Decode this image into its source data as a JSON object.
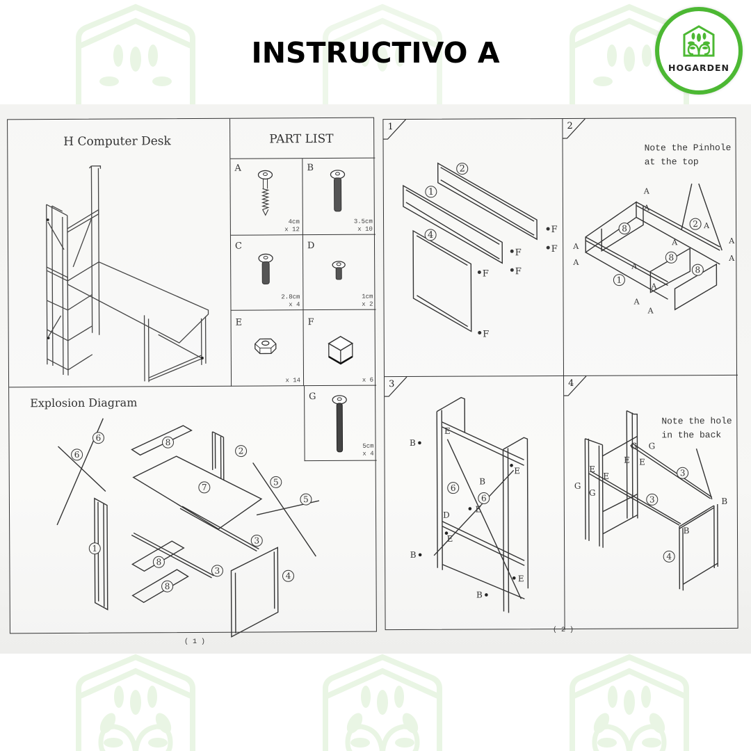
{
  "header": {
    "title": "INSTRUCTIVO A",
    "brand": {
      "name": "HOGARDEN",
      "accent_color": "#4cb833",
      "icon": "house-tree-icon"
    }
  },
  "page1": {
    "product_title": "H Computer Desk",
    "part_list": {
      "title": "PART LIST",
      "parts": [
        {
          "letter": "A",
          "size": "4cm",
          "qty": "x 12",
          "icon": "screw-threaded-icon"
        },
        {
          "letter": "B",
          "size": "3.5cm",
          "qty": "x 10",
          "icon": "bolt-icon"
        },
        {
          "letter": "C",
          "size": "2.8cm",
          "qty": "x 4",
          "icon": "bolt-icon"
        },
        {
          "letter": "D",
          "size": "1cm",
          "qty": "x 2",
          "icon": "short-bolt-icon"
        },
        {
          "letter": "E",
          "size": "",
          "qty": "x 14",
          "icon": "hex-nut-icon"
        },
        {
          "letter": "F",
          "size": "",
          "qty": "x 6",
          "icon": "foot-cap-icon"
        },
        {
          "letter": "G",
          "size": "5cm",
          "qty": "x 4",
          "icon": "long-bolt-icon"
        }
      ]
    },
    "explosion": {
      "title": "Explosion Diagram",
      "callouts": [
        "1",
        "2",
        "3",
        "3",
        "4",
        "5",
        "5",
        "6",
        "6",
        "7",
        "8",
        "8",
        "8"
      ]
    },
    "page_number": "( 1 )"
  },
  "page2": {
    "steps": [
      {
        "number": "1",
        "labels": [
          "1",
          "2",
          "4",
          "F",
          "F",
          "F",
          "F",
          "F"
        ]
      },
      {
        "number": "2",
        "note": "Note the Pinhole\nat the top",
        "note_line1": "Note the Pinhole",
        "note_line2": "at the top",
        "labels": [
          "1",
          "2",
          "8",
          "8",
          "8",
          "A"
        ]
      },
      {
        "number": "3",
        "labels": [
          "6",
          "6",
          "B",
          "B",
          "B",
          "B",
          "E",
          "E",
          "E",
          "E",
          "E",
          "D"
        ]
      },
      {
        "number": "4",
        "note_line1": "Note the hole",
        "note_line2": "in the back",
        "labels": [
          "3",
          "3",
          "4",
          "B",
          "B",
          "G",
          "G",
          "G",
          "G",
          "E",
          "E",
          "E",
          "E"
        ]
      }
    ],
    "page_number": "( 2 )"
  }
}
